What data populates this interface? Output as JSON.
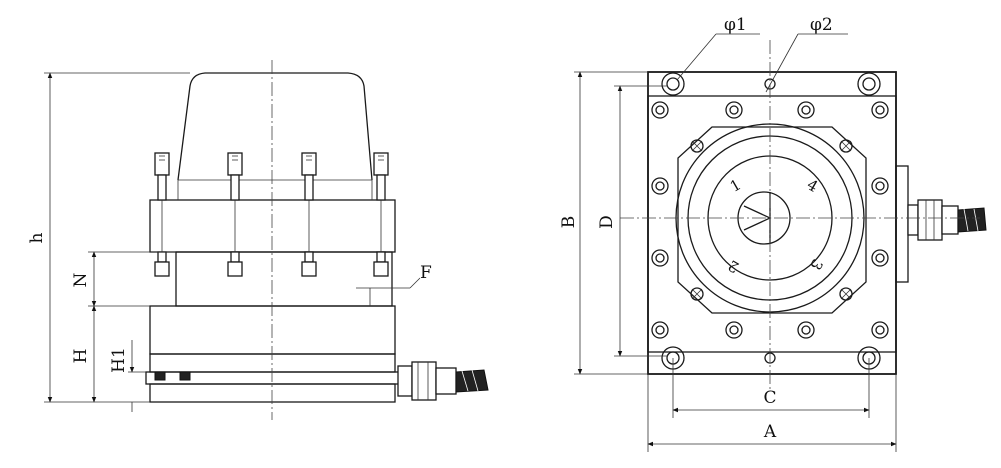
{
  "side_view": {
    "dim_total_height": "h",
    "dim_lower_height": "H",
    "dim_base_height": "H1",
    "dim_flange_height": "N",
    "dim_offset": "F"
  },
  "top_view": {
    "hole_1": "φ1",
    "hole_2": "φ2",
    "dim_outer_height": "B",
    "dim_inner_height": "D",
    "dim_outer_width": "A",
    "dim_inner_width": "C",
    "dial_marks": [
      "1",
      "4",
      "2",
      "3"
    ]
  }
}
